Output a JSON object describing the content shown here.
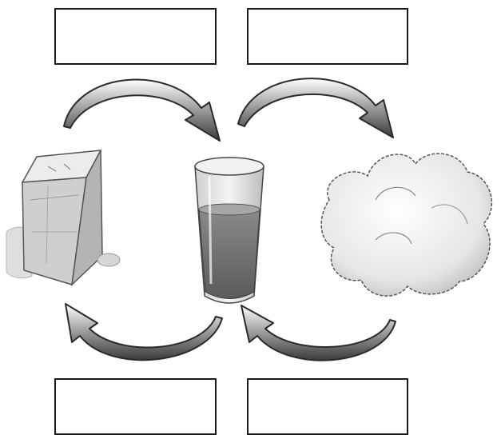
{
  "diagram": {
    "label_boxes": [
      {
        "id": "top-left",
        "text": ""
      },
      {
        "id": "top-right",
        "text": ""
      },
      {
        "id": "bottom-left",
        "text": ""
      },
      {
        "id": "bottom-right",
        "text": ""
      }
    ],
    "stages": [
      {
        "name": "ice-cube",
        "state": "solid"
      },
      {
        "name": "glass-of-water",
        "state": "liquid"
      },
      {
        "name": "cloud",
        "state": "gas"
      }
    ],
    "arrows": [
      {
        "from": "ice-cube",
        "to": "glass-of-water",
        "position": "top-left"
      },
      {
        "from": "glass-of-water",
        "to": "cloud",
        "position": "top-right"
      },
      {
        "from": "glass-of-water",
        "to": "ice-cube",
        "position": "bottom-left"
      },
      {
        "from": "cloud",
        "to": "glass-of-water",
        "position": "bottom-right"
      }
    ]
  }
}
